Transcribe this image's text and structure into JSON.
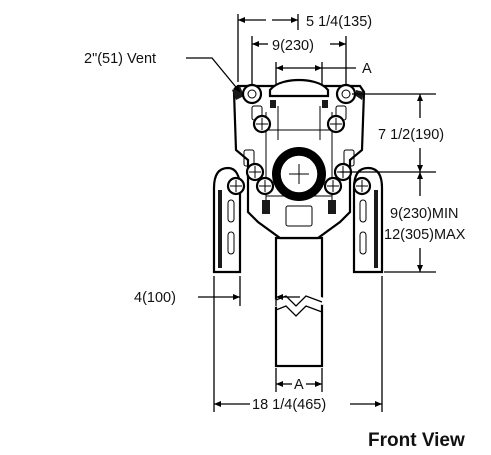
{
  "dimensions": {
    "top_width": "5 1/4(135)",
    "vent_spacing": "9(230)",
    "vent_label": "2\"(51) Vent",
    "ref_top": "A",
    "height_upper": "7 1/2(190)",
    "height_min": "9(230)MIN",
    "height_max": "12(305)MAX",
    "leg_offset": "4(100)",
    "ref_bottom": "A",
    "overall_width": "18 1/4(465)"
  },
  "caption": "Front View"
}
